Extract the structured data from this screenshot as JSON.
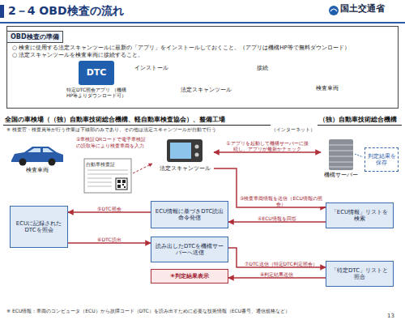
{
  "diagram": {
    "title": "2－4 OBD検査の流れ",
    "nodes": [
      {
        "text": [
          "OBD検査の準備",
          "○ 検査に使用する法定スキャンツールに最新の「アプリ」をインストールしておくこと。（アプリは機構HP等で無料ダウンロード）",
          "○ 法定スキャンツールを検査車両に接続すること。"
        ]
      },
      {
        "text": [
          "DTC",
          "特定DTC照会アプリ （機構HP等よりダウンロード可）"
        ],
        "in": 0
      },
      {
        "text": [
          "法定スキャンツール"
        ],
        "in": 0
      },
      {
        "text": [
          "検査車両"
        ],
        "in": 0
      },
      {
        "text": [
          "全国の車検場（（独）自動車技術総合機構、軽自動車検査協会）、整備工場"
        ]
      },
      {
        "text": [
          "検査車両"
        ],
        "in": 4
      },
      {
        "text": [
          "法定スキャンツール"
        ],
        "in": 4
      },
      {
        "text": [
          "ECUに記録されたDTCを照会"
        ],
        "in": 4
      },
      {
        "text": [
          "ECU情報に基づきDTC読出命令発信"
        ],
        "in": 4
      },
      {
        "text": [
          "読み出したDTCを機構サーバーへ送信"
        ],
        "in": 4
      },
      {
        "text": [
          "⑨判定結果表示"
        ],
        "in": 4
      },
      {
        "text": [
          "（独）自動車技術総合機構"
        ]
      },
      {
        "text": [
          "機構サーバー"
        ],
        "in": 11
      },
      {
        "text": [
          "判定結果を保存"
        ],
        "in": 11
      },
      {
        "text": [
          "「ECU情報」リストを検索"
        ],
        "in": 11
      },
      {
        "text": [
          "「特定DTC」リストと照合"
        ],
        "in": 11
      }
    ],
    "edges": [
      {
        "from": 1,
        "to": 2,
        "label": "インストール",
        "arrow": "to"
      },
      {
        "from": 2,
        "to": 3,
        "label": "接続",
        "arrow": "none"
      },
      {
        "from": 6,
        "to": 12,
        "label": "①アプリを起動して機構サーバーに接続し、アプリが最新かチェック",
        "arrow": "both"
      },
      {
        "from": 6,
        "to": 14,
        "label": "③検査車両情報を送信（ECU情報の照会）",
        "arrow": "to"
      },
      {
        "from": 14,
        "to": 8,
        "label": "④ECU情報を回答",
        "arrow": "to"
      },
      {
        "from": 8,
        "to": 7,
        "label": "⑤DTC照会",
        "arrow": "to"
      },
      {
        "from": 7,
        "to": 9,
        "label": "⑥DTC読出",
        "arrow": "to"
      },
      {
        "from": 9,
        "to": 15,
        "label": "⑦DTC送信（特定DTC判定照会）",
        "arrow": "to"
      },
      {
        "from": 15,
        "to": 10,
        "label": "⑧判定結果送信",
        "arrow": "to"
      }
    ],
    "labels": [
      "国土交通省",
      "（インターネット）",
      "※ 検査官・検査員等が行う作業は下線部のみであり、その他は法定スキャンツールが自動で行う",
      "②車検証QRコードで電子車検証の読取等により検査車両を入力",
      "自動車検査証",
      "※ ECU情報：車両のコンピュータ（ECU）から故障コード（DTC）を読み出すために必要な技術情報（ECU番号、通信規格など）",
      "13"
    ]
  }
}
